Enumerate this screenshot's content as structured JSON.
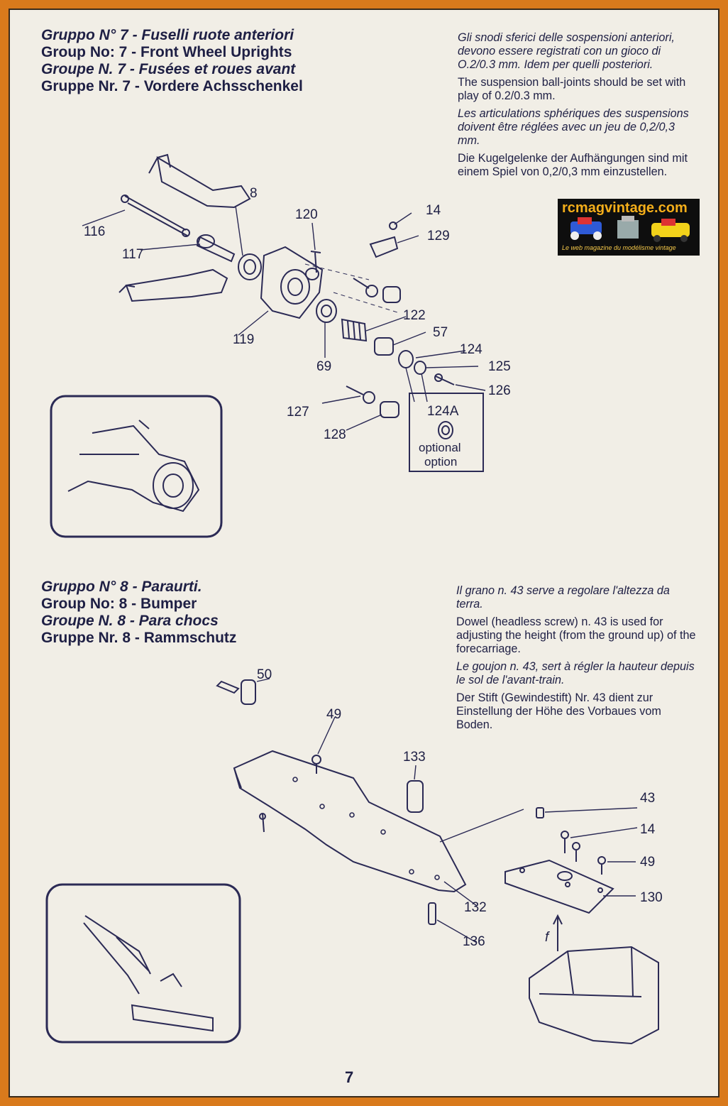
{
  "page": {
    "number": "7",
    "logo_text": "rcmagvintage.com",
    "logo_subtext": "Le web magazine du modélisme vintage"
  },
  "group7": {
    "headings": [
      "Gruppo N° 7 - Fuselli ruote anteriori",
      "Group No: 7 - Front Wheel Uprights",
      "Groupe N. 7 - Fusées et roues avant",
      "Gruppe Nr. 7 - Vordere Achsschenkel"
    ],
    "notes": [
      "Gli snodi sferici delle sospensioni anteriori, devono essere registrati con un gioco di O.2/0.3 mm. Idem per quelli posteriori.",
      "The suspension ball-joints should be set with play of 0.2/0.3 mm.",
      "Les articulations sphériques des suspensions doivent être réglées avec un jeu de 0,2/0,3 mm.",
      "Die Kugelgelenke der Aufhängungen sind mit einem Spiel von 0,2/0,3 mm einzustellen."
    ],
    "parts": [
      "8",
      "14",
      "116",
      "117",
      "119",
      "120",
      "122",
      "124",
      "125",
      "126",
      "127",
      "128",
      "129",
      "57",
      "69"
    ],
    "option_part": "124A",
    "option_label_it": "optional",
    "option_label_fr": "option"
  },
  "group8": {
    "headings": [
      "Gruppo N° 8 - Paraurti.",
      "Group No: 8 - Bumper",
      "Groupe N. 8 - Para chocs",
      "Gruppe Nr. 8 - Rammschutz"
    ],
    "notes": [
      "Il grano n. 43 serve a regolare l'altezza da terra.",
      "Dowel (headless screw) n. 43 is used for adjusting the height (from the ground up) of the forecarriage.",
      "Le goujon n. 43, sert à régler la hauteur depuis le sol de l'avant-train.",
      "Der Stift (Gewindestift) Nr. 43 dient zur Einstellung der Höhe des Vorbaues vom Boden."
    ],
    "parts": [
      "50",
      "49",
      "133",
      "43",
      "14",
      "49",
      "130",
      "132",
      "136"
    ],
    "arrow_label": "f"
  },
  "colors": {
    "border": "#d97a1c",
    "paper": "#f1eee6",
    "ink": "#2b2a55",
    "logo_text": "#f4ae1a"
  }
}
